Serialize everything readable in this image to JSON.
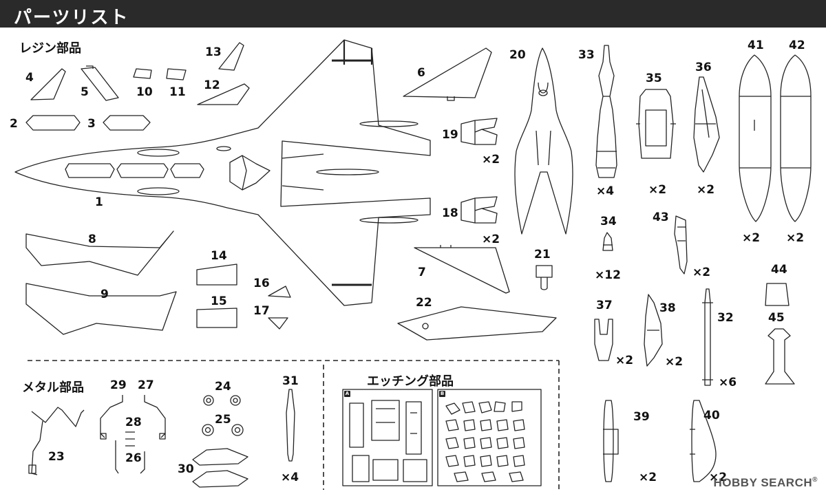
{
  "header": {
    "title": "パーツリスト"
  },
  "sections": {
    "resin": "レジン部品",
    "metal": "メタル部品",
    "etching": "エッチング部品"
  },
  "parts": {
    "p1": "1",
    "p2": "2",
    "p3": "3",
    "p4": "4",
    "p5": "5",
    "p6": "6",
    "p7": "7",
    "p8": "8",
    "p9": "9",
    "p10": "10",
    "p11": "11",
    "p12": "12",
    "p13": "13",
    "p14": "14",
    "p15": "15",
    "p16": "16",
    "p17": "17",
    "p18": "18",
    "p19": "19",
    "p20": "20",
    "p21": "21",
    "p22": "22",
    "p23": "23",
    "p24": "24",
    "p25": "25",
    "p26": "26",
    "p27": "27",
    "p28": "28",
    "p29": "29",
    "p30": "30",
    "p31": "31",
    "p32": "32",
    "p33": "33",
    "p34": "34",
    "p35": "35",
    "p36": "36",
    "p37": "37",
    "p38": "38",
    "p39": "39",
    "p40": "40",
    "p41": "41",
    "p42": "42",
    "p43": "43",
    "p44": "44",
    "p45": "45"
  },
  "quantities": {
    "x2": "×2",
    "x4": "×4",
    "x6": "×6",
    "x12": "×12"
  },
  "fret_labels": {
    "a": "A",
    "b": "B"
  },
  "watermark": {
    "text": "HOBBY SEARCH",
    "mark": "®"
  },
  "colors": {
    "header_bg": "#2a2a2a",
    "line": "#222222",
    "watermark": "#555555"
  }
}
